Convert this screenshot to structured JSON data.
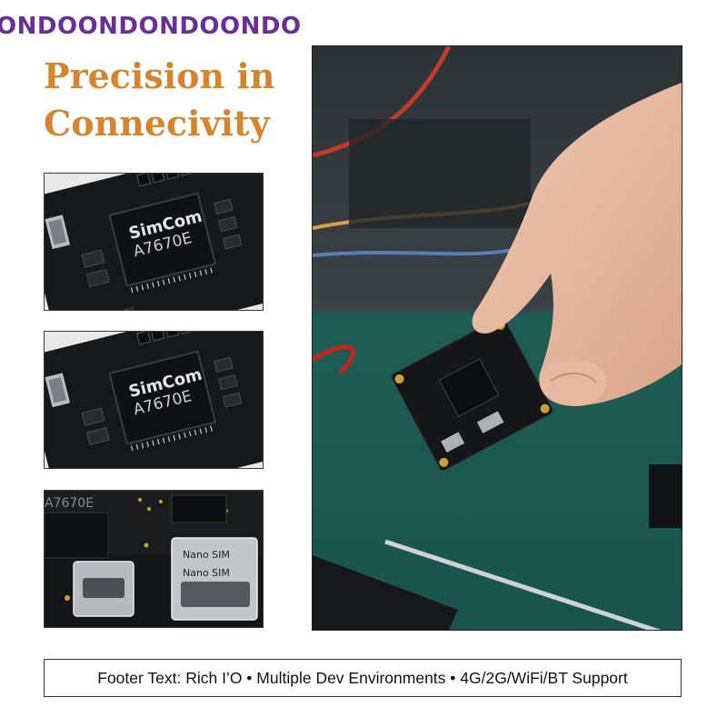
{
  "brand": {
    "strip_text": "ONDOONDONDOONDO"
  },
  "headline": {
    "line1": "Precision in",
    "line2": "Connecivity"
  },
  "thumbs": [
    {
      "chip_line1": "SimCom",
      "chip_line2": "A7670E"
    },
    {
      "chip_line1": "SimCom",
      "chip_line2": "A7670E"
    },
    {
      "chip_line1": "A7670E",
      "slot_label_1": "Nano SIM",
      "slot_label_2": "Nano SIM"
    }
  ],
  "footer": {
    "text": "Footer Text: Rich I’O • Multiple Dev Environments • 4G/2G/WiFi/BT Support"
  },
  "colors": {
    "brand": "#6a2e97",
    "headline": "#d4862f",
    "mat": "#1f5a52"
  },
  "icons": [
    "pcb-board-image",
    "hand-holding-board-photo"
  ]
}
